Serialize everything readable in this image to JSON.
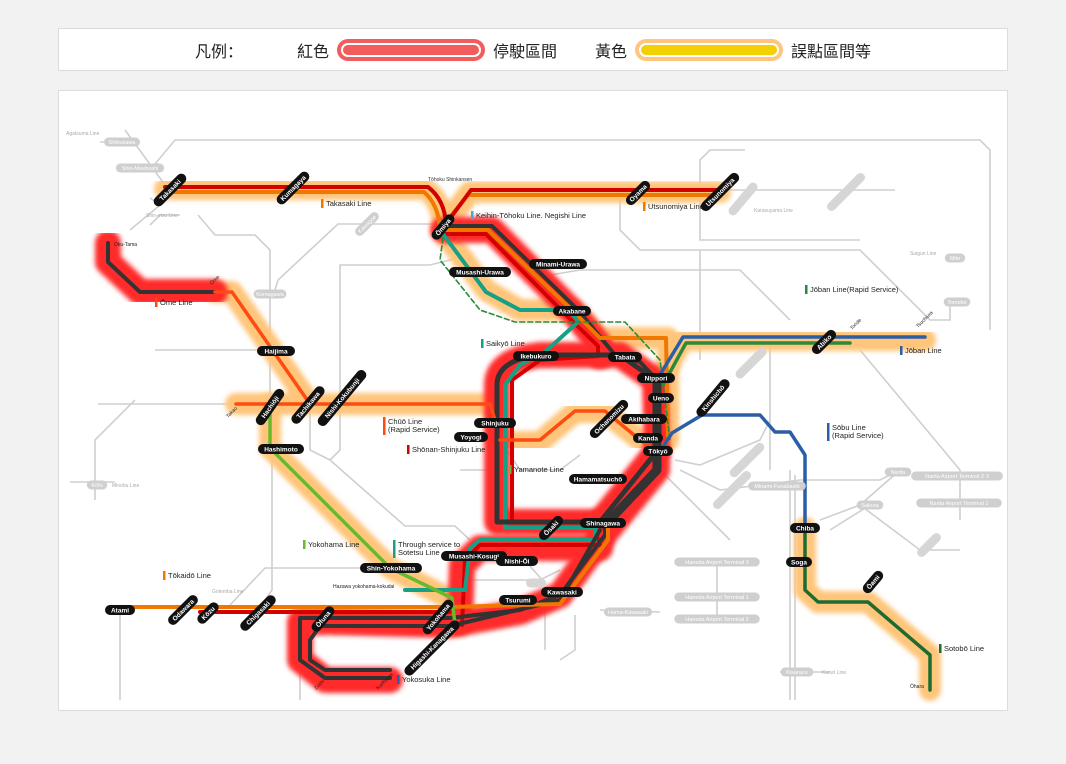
{
  "legend": {
    "title": "凡例：",
    "red_label": "紅色",
    "red_desc": "停駛區間",
    "yellow_label": "黃色",
    "yellow_desc": "誤點區間等",
    "red_color": "#f25c5c",
    "yellow_color": "#f5d000"
  },
  "colors": {
    "glow_red": "#ff2b2b",
    "glow_yellow": "#ffc57a",
    "keihin_tohoku": "#333333",
    "tokaido": "#f07800",
    "shonan_shinjuku": "#d40000",
    "chuo_rapid": "#ff4a10",
    "saikyo": "#16a085",
    "yokohama": "#6ab82e",
    "joban": "#2a5fa8",
    "joban_rapid": "#2a8a3a",
    "sotobo": "#1d6b2e"
  },
  "stations": {
    "takasaki": "Takasaki",
    "kumagaya": "Kumagaya",
    "omiya": "Ōmiya",
    "oyama": "Oyama",
    "utsunomiya": "Utsunomiya",
    "minami_urawa": "Minami-Urawa",
    "musashi_urawa": "Musashi-Urawa",
    "akabane": "Akabane",
    "ikebukuro": "Ikebukuro",
    "tabata": "Tabata",
    "nippori": "Nippori",
    "ueno": "Ueno",
    "akihabara": "Akihabara",
    "ochanomizu": "Ochanomizu",
    "kanda": "Kanda",
    "tokyo": "Tōkyō",
    "kinshicho": "Kinshichō",
    "abiko": "Abiko",
    "shinjuku": "Shinjuku",
    "yoyogi": "Yoyogi",
    "hamamatsucho": "Hamamatsuchō",
    "shinagawa": "Shinagawa",
    "osaki": "Ōsaki",
    "musashi_kosugi": "Musashi-Kosugi",
    "nishi_oi": "Nishi-Ōi",
    "kawasaki": "Kawasaki",
    "tsurumi": "Tsurumi",
    "yokohama": "Yokohama",
    "higashi_kanagawa": "Higashi-Kanagawa",
    "ofuna": "Ōfuna",
    "shin_yokohama": "Shin-Yokohama",
    "hashimoto": "Hashimoto",
    "hachioji": "Hachiōji",
    "tachikawa": "Tachikawa",
    "nishi_kokubunji": "Nishi-Kokubunji",
    "haijima": "Haijima",
    "atami": "Atami",
    "odawara": "Odawara",
    "kozu": "Kōzu",
    "chigasaki": "Chigasaki",
    "chiba": "Chiba",
    "soga": "Soga",
    "oami": "Ōami"
  },
  "small_stations": {
    "oku_tama": "Oku-Tama",
    "ome": "Ōme",
    "takao": "Takao",
    "toride": "Toride",
    "tsuchiura": "Tsuchiura",
    "zushi": "Zushi",
    "kurihama": "Kurihama",
    "ohara": "Ōhara",
    "hazawa": "Hazawa yokohama-kokudai"
  },
  "other_stations": {
    "shin_maebashi": "Shin-Maebashi",
    "shibukawa": "Shibukawa",
    "kawagoe": "Kawagoe",
    "komagawa": "Komagawa",
    "mito": "Mito",
    "tomobe": "Tomobe",
    "kofu": "Kōfu",
    "minami_funabashi": "Minami-Funabashi",
    "narita": "Narita",
    "narita_t23": "Narita Airport Terminal 2·3",
    "narita_t1": "Narita Airport Terminal 1",
    "sakura": "Sakura",
    "haneda_t3": "Haneda Airport Terminal 3",
    "haneda_t1": "Haneda Airport Terminal 1",
    "haneda_t2": "Haneda Airport Terminal 2",
    "hama_kawasaki": "Hama-Kawasaki",
    "kisarazu": "Kisarazu"
  },
  "other_lines": {
    "agatsuma": "Agatsuma Line",
    "shinetsu": "Shin-etsu Line",
    "tohoku_shinkansen": "Tōhoku Shinkansen",
    "karasuyama": "Karasuyama Line",
    "suigun": "Suigun Line",
    "minobu": "Minobu Line",
    "gotemba": "Gotemba Line",
    "kururi": "Kururi Line"
  },
  "line_labels": {
    "takasaki": "Takasaki Line",
    "keihin": "Keihin-Tōhoku Line. Negishi Line",
    "utsunomiya": "Utsunomiya Line",
    "ome": "Ōme Line",
    "joban_rapid": "Jōban Line(Rapid Service)",
    "saikyo": "Saikyō Line",
    "joban": "Jōban Line",
    "chuo_1": "Chūō Line",
    "chuo_2": "(Rapid Service)",
    "shonan_shinjuku": "Shōnan-Shinjuku Line",
    "sobu_1": "Sōbu Line",
    "sobu_2": "(Rapid Service)",
    "yamanote": "Yamanote Line",
    "yokohama": "Yokohama Line",
    "sotetsu_1": "Through service to",
    "sotetsu_2": "Sotetsu Line",
    "tokaido": "Tōkaidō Line",
    "sotobo": "Sotobō Line",
    "yokosuka": "Yokosuka Line"
  }
}
